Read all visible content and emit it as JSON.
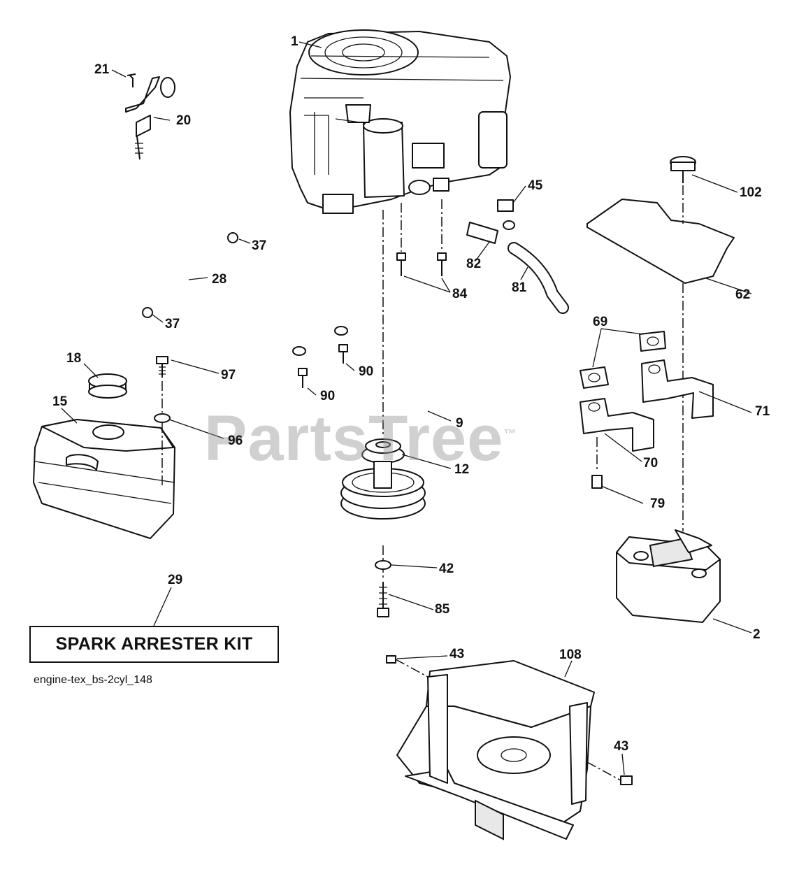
{
  "watermark": {
    "text": "PartsTree",
    "mark": "™"
  },
  "kit_label": "SPARK ARRESTER KIT",
  "drawing_id": "engine-tex_bs-2cyl_148",
  "callouts": {
    "c1": "1",
    "c2": "2",
    "c9": "9",
    "c12": "12",
    "c15": "15",
    "c18": "18",
    "c20": "20",
    "c21": "21",
    "c28": "28",
    "c29": "29",
    "c37a": "37",
    "c37b": "37",
    "c42": "42",
    "c43a": "43",
    "c43b": "43",
    "c45": "45",
    "c62": "62",
    "c69": "69",
    "c70": "70",
    "c71": "71",
    "c79": "79",
    "c81": "81",
    "c82": "82",
    "c84": "84",
    "c85": "85",
    "c90a": "90",
    "c90b": "90",
    "c96": "96",
    "c97": "97",
    "c102": "102",
    "c108": "108"
  }
}
